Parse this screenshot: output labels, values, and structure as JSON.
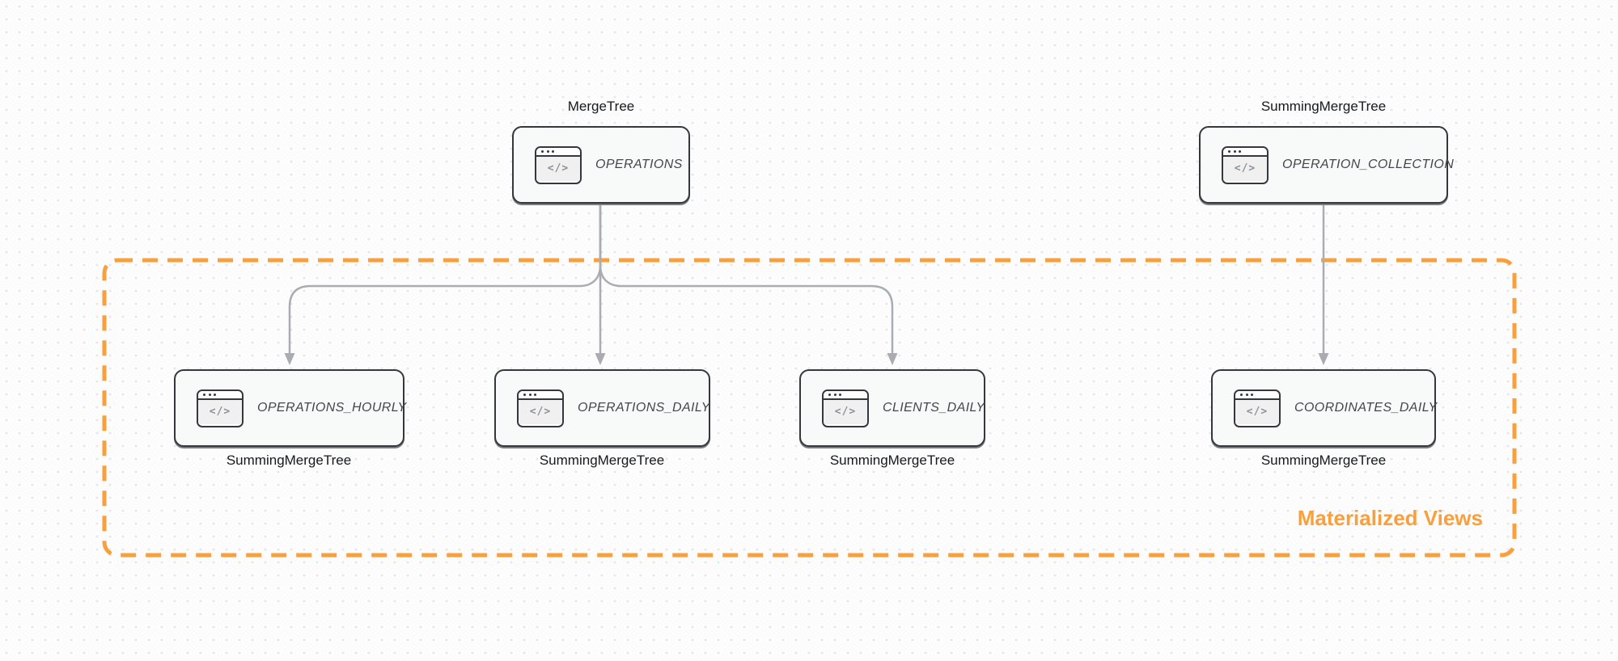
{
  "theme": {
    "background": "#FCFCFC",
    "dot_grid": "#E4E5E8",
    "node_border": "#34383C",
    "node_fill": "#F8F9F9",
    "arrow_gray": "#A9ADB2",
    "accent_orange": "#F9A03C",
    "node_text": "#43474C"
  },
  "icon_glyph": "</>",
  "group": {
    "label": "Materialized Views"
  },
  "nodes": {
    "operations": {
      "name": "OPERATIONS",
      "engine": "MergeTree"
    },
    "operation_collection": {
      "name": "OPERATION_COLLECTION",
      "engine": "SummingMergeTree"
    },
    "operations_hourly": {
      "name": "OPERATIONS_HOURLY",
      "engine": "SummingMergeTree"
    },
    "operations_daily": {
      "name": "OPERATIONS_DAILY",
      "engine": "SummingMergeTree"
    },
    "clients_daily": {
      "name": "CLIENTS_DAILY",
      "engine": "SummingMergeTree"
    },
    "coordinates_daily": {
      "name": "COORDINATES_DAILY",
      "engine": "SummingMergeTree"
    }
  }
}
